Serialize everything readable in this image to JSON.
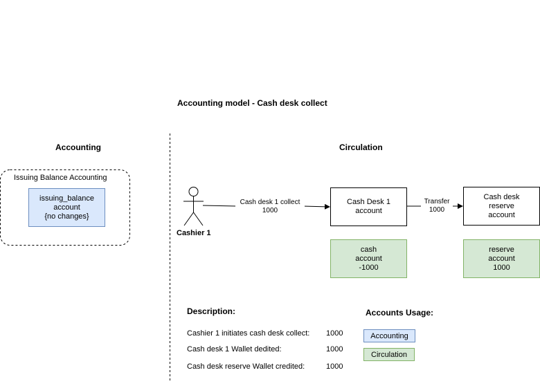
{
  "diagram_title": "Accounting model - Cash desk collect",
  "sections": {
    "accounting": "Accounting",
    "circulation": "Circulation"
  },
  "issuing_group": {
    "label": "Issuing Balance Accounting",
    "account_lines": [
      "issuing_balance",
      "account",
      "{no changes}"
    ]
  },
  "actor": {
    "label": "Cashier 1"
  },
  "edges": {
    "collect": [
      "Cash desk 1 collect",
      "1000"
    ],
    "transfer": [
      "Transfer",
      "1000"
    ]
  },
  "nodes": {
    "cash_desk_1": [
      "Cash Desk 1",
      "account"
    ],
    "reserve": [
      "Cash desk",
      "reserve",
      "account"
    ],
    "cash_account": [
      "cash",
      "account",
      "-1000"
    ],
    "reserve_account": [
      "reserve",
      "account",
      "1000"
    ]
  },
  "description": {
    "heading": "Description:",
    "rows": [
      {
        "text": "Cashier 1 initiates cash desk collect:",
        "value": "1000"
      },
      {
        "text": "Cash desk 1 Wallet dedited:",
        "value": "1000"
      },
      {
        "text": "Cash desk reserve Wallet credited:",
        "value": "1000"
      }
    ]
  },
  "legend": {
    "heading": "Accounts Usage:",
    "accounting": "Accounting",
    "circulation": "Circulation"
  },
  "colors": {
    "green_fill": "#d5e8d4",
    "green_stroke": "#82b366",
    "blue_fill": "#dae8fc",
    "blue_stroke": "#6c8ebf"
  }
}
